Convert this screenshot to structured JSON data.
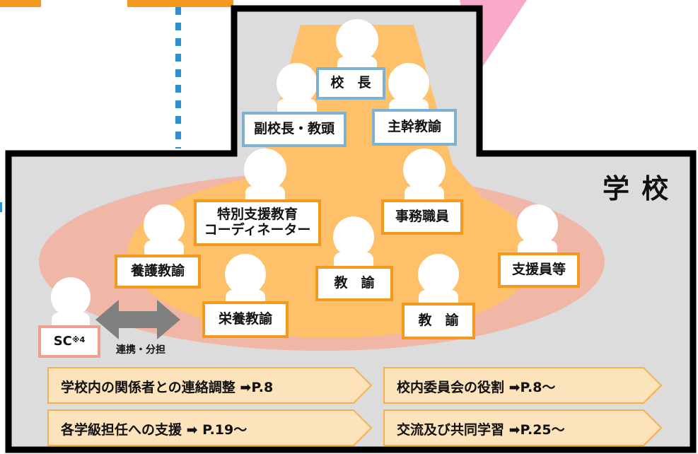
{
  "school_label": "学 校",
  "roles": {
    "principal": "校　長",
    "vice_principal": "副校長・教頭",
    "chief_teacher": "主幹教諭",
    "special_support_coordinator_line1": "特別支援教育",
    "special_support_coordinator_line2": "コーディネーター",
    "office_staff": "事務職員",
    "nurse_teacher": "養護教諭",
    "nutrition_teacher": "栄養教諭",
    "teacher_a": "教　諭",
    "teacher_b": "教　諭",
    "support_staff": "支援員等",
    "sc": "SC",
    "sc_note": "※4"
  },
  "cooperation_label": "連携・分担",
  "links": [
    {
      "text": "学校内の関係者との連絡調整 ➡P.8"
    },
    {
      "text": "校内委員会の役割 ➡P.8～"
    },
    {
      "text": "各学級担任への支援 ➡ P.19～"
    },
    {
      "text": "交流及び共同学習 ➡P.25～"
    }
  ],
  "colors": {
    "frame": "#000000",
    "background": "#dcdcdc",
    "ellipse": "#f0b6a6",
    "spotlight": "#ffc06a",
    "person": "#ffffff",
    "orange_border": "#f39a1e",
    "blue_border": "#7fb2d0",
    "pink_border": "#eba191",
    "link_fill": "#fde3bc",
    "dotted_line": "#2f8fd0",
    "pink_triangle": "#f9a9c9"
  }
}
